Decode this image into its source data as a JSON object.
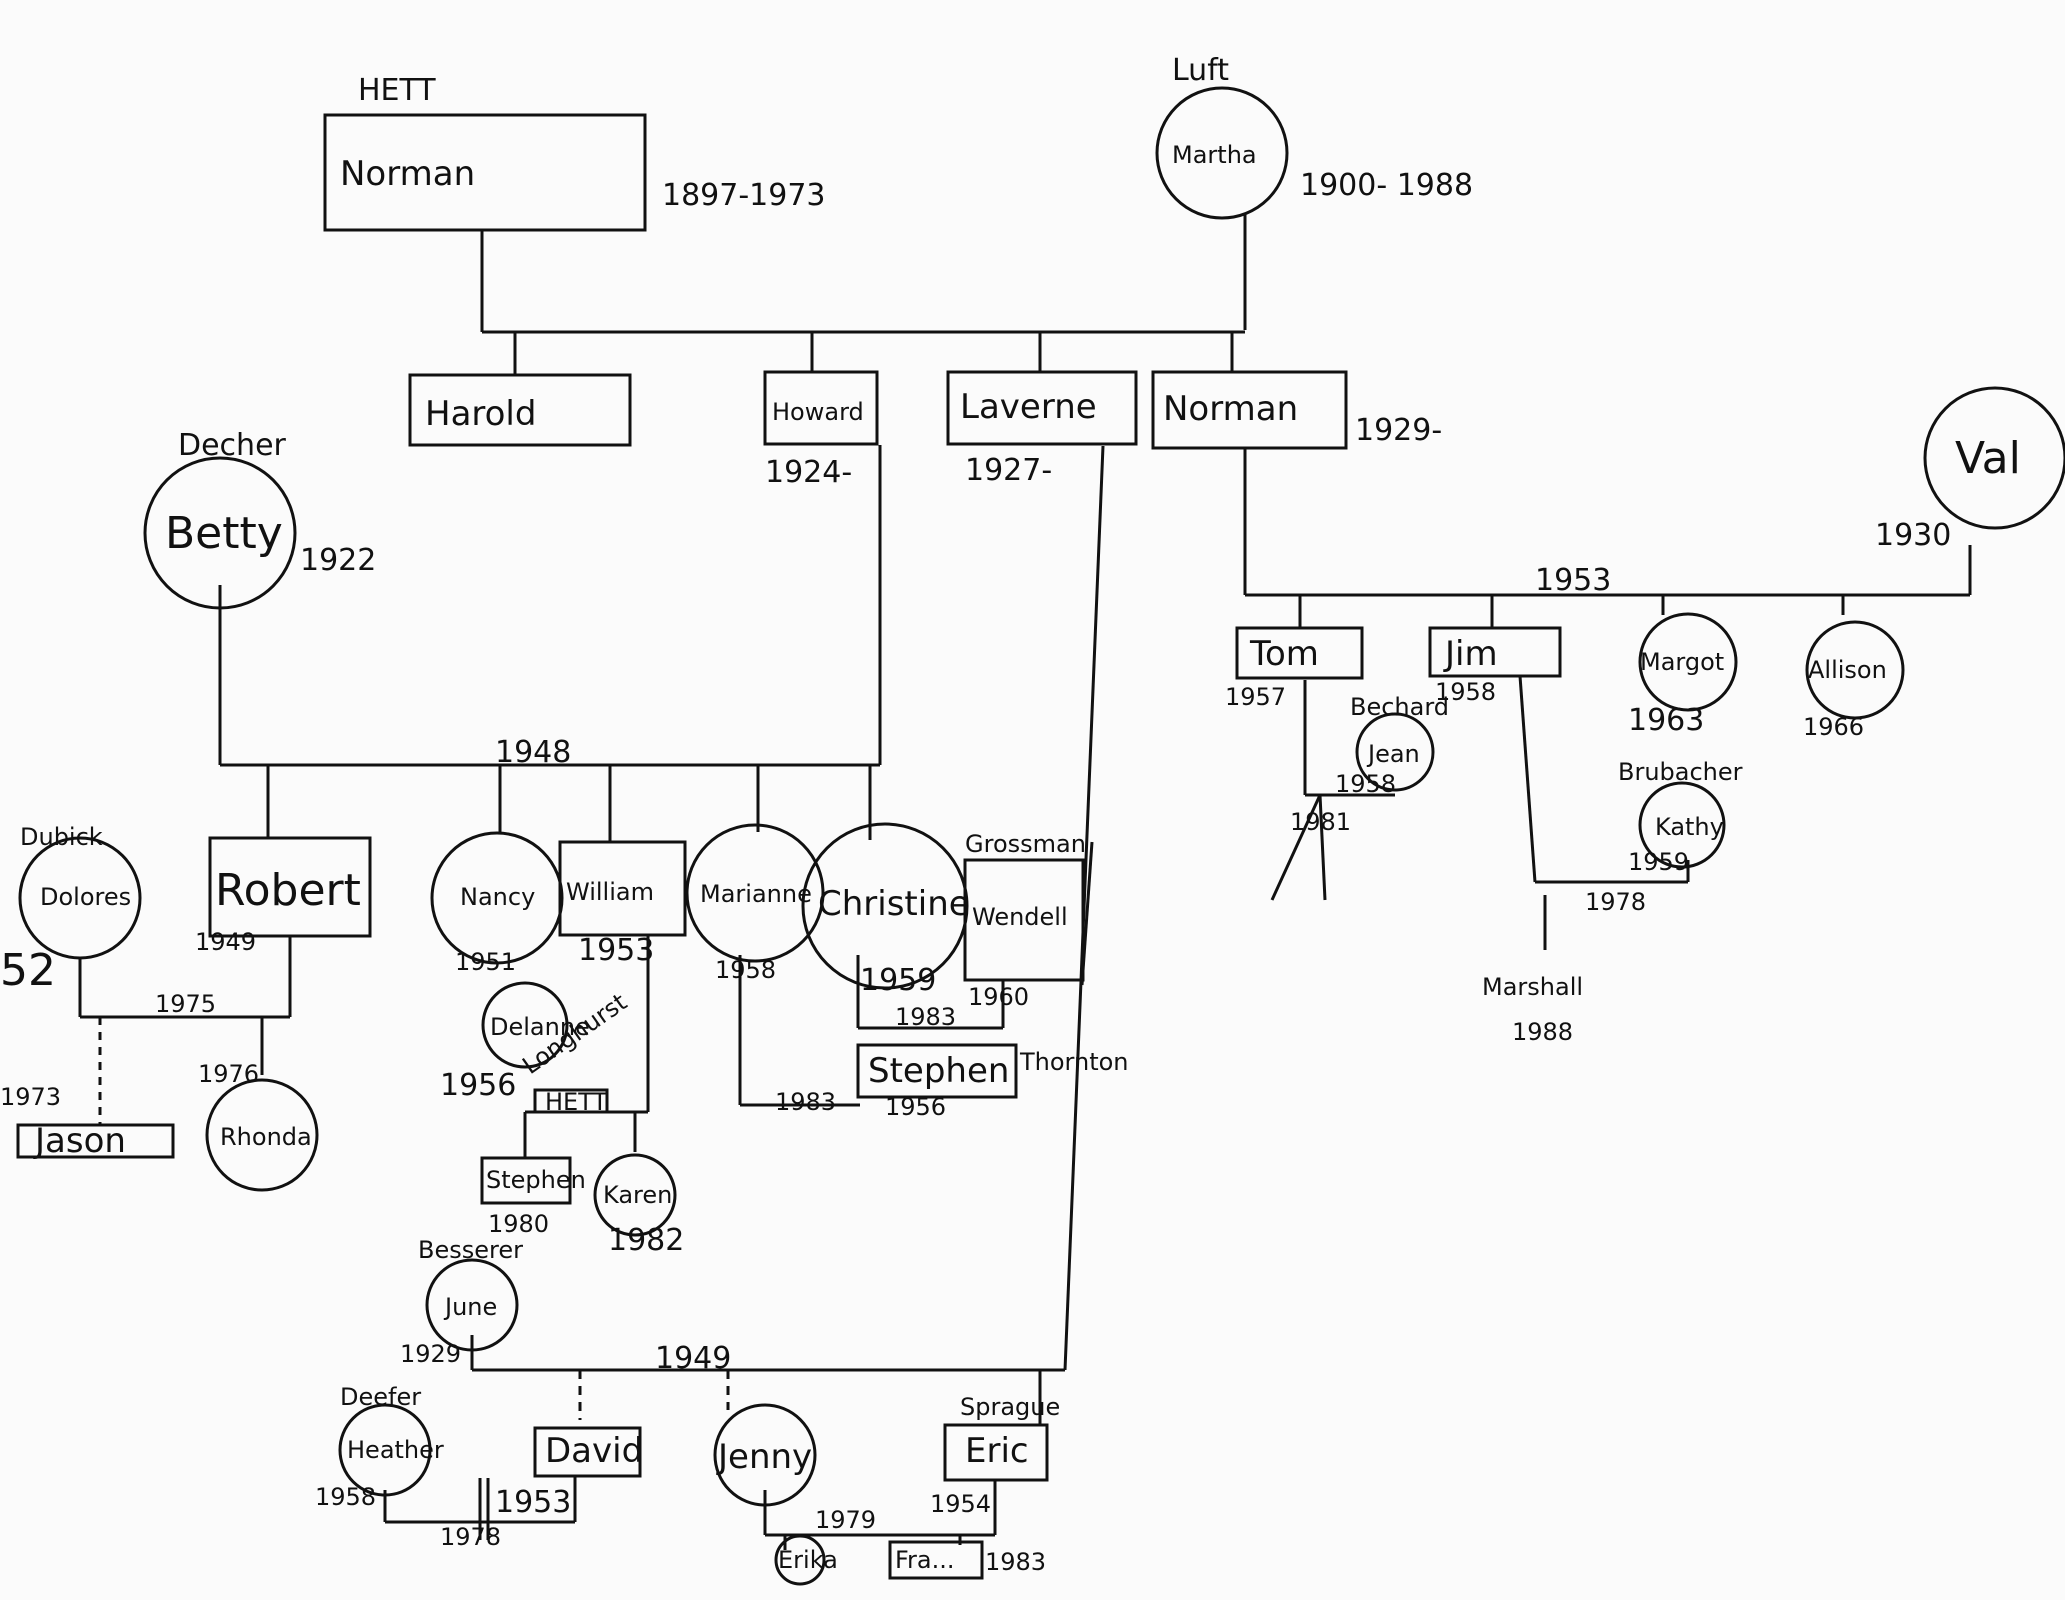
{
  "surnames": {
    "hett": "HETT",
    "luft": "Luft",
    "decher": "Decher",
    "dubick": "Dubick",
    "bechard": "Bechard",
    "brubacher": "Brubacher",
    "grossman": "Grossman",
    "longhurst": "Longhurst",
    "hett2": "HETT",
    "thornton": "Thornton",
    "besserer": "Besserer",
    "deefer": "Deefer",
    "sprague": "Sprague",
    "marshall": "Marshall"
  },
  "people": {
    "norman_sr": "Norman",
    "martha": "Martha",
    "harold": "Harold",
    "howard": "Howard",
    "laverne": "Laverne",
    "norman_jr": "Norman",
    "val": "Val",
    "betty": "Betty",
    "tom": "Tom",
    "jim": "Jim",
    "margot": "Margot",
    "allison": "Allison",
    "jean": "Jean",
    "kathy": "Kathy",
    "dolores": "Dolores",
    "robert": "Robert",
    "nancy": "Nancy",
    "william": "William",
    "marianne": "Marianne",
    "christine": "Christine",
    "wendell": "Wendell",
    "stephen_t": "Stephen",
    "delanne": "Delanne",
    "jason": "Jason",
    "rhonda": "Rhonda",
    "stephen_h": "Stephen",
    "karen": "Karen",
    "june": "June",
    "heather": "Heather",
    "david": "David",
    "jenny": "Jenny",
    "eric": "Eric",
    "child1": "Erika",
    "child2": "Fra..."
  },
  "years": {
    "norman_sr": "1897-1973",
    "martha": "1900- 1988",
    "howard": "1924-",
    "laverne": "1927-",
    "norman_jr": "1929-",
    "val": "1930",
    "betty": "1922",
    "marriage_norman_val": "1953",
    "tom": "1957",
    "jim": "1958",
    "margot": "1963",
    "allison": "1966",
    "jean": "1958",
    "tom_jean_marriage": "1981",
    "kathy": "1959",
    "jim_kathy_marriage": "1978",
    "marshall": "1988",
    "marriage_howard_betty": "1948",
    "dolores": "52",
    "robert": "1949",
    "robert_dolores_marriage": "1975",
    "jason": "1973",
    "rhonda": "1976",
    "nancy": "1951",
    "william": "1953",
    "marianne": "1958",
    "christine": "1959",
    "wendell": "1960",
    "christine_wendell_marriage": "1983",
    "marianne_marriage": "1983",
    "stephen_t": "1956",
    "delanne": "1956",
    "stephen_h": "1980",
    "karen": "1982",
    "june": "1929",
    "marriage_laverne_june": "1949",
    "heather": "1958",
    "david": "1953",
    "david_heather_marriage": "1978",
    "jenny_marriage": "1979",
    "eric": "1954",
    "child2": "1983"
  }
}
